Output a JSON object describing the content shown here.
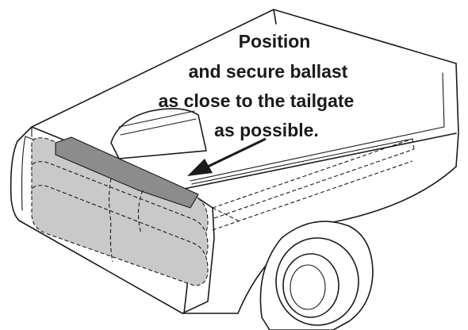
{
  "instruction": {
    "lines": [
      "Position",
      "and secure ballast",
      "as close to the tailgate",
      "as possible."
    ]
  },
  "icons": {
    "arrow": "arrow-toward-tailgate-icon"
  },
  "colors": {
    "line": "#1a1a1a",
    "ballast_fill": "#c9c9c9",
    "ballast_top": "#8c8c8c",
    "background": "#ffffff"
  }
}
